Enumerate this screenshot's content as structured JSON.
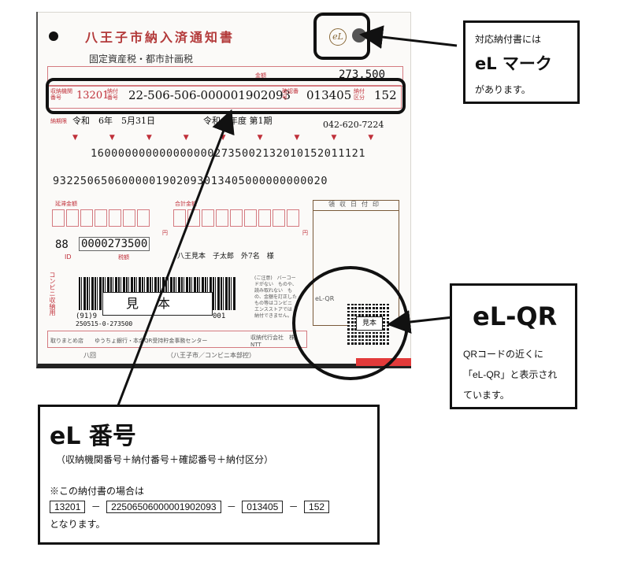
{
  "slip": {
    "title": "八王子市納入済通知書",
    "tax_type": "固定資産税・都市計画税",
    "amount_label": "金額",
    "amount": "273,500",
    "collection_agency_label": "収納機関番号",
    "collection_agency_no": "13201",
    "payment_no_label": "納付番号",
    "payment_no": "22-506-506-000001902093",
    "confirm_label": "確認番号",
    "confirm_no": "013405",
    "category_label": "納付区分",
    "category_no": "152",
    "due_label": "納期限",
    "due_date": "令和　6年　5月31日",
    "fiscal": "令和　年度 第1期",
    "phone": "042-620-7224",
    "number_line_1": "1600000000000000002735002132010152011121",
    "number_line_2": "9322506506000001902093013405000000000020",
    "late_fee_label": "延滞金額",
    "total_label": "合計金額",
    "yen": "円",
    "id_prefix": "88",
    "id_amount": "0000273500",
    "id_label": "ID",
    "tax_label": "税額",
    "payer": "八王見本　子太郎　外7名　様",
    "receipt_stamp_label": "領収日付印",
    "conveni_label": "コンビニ収納用",
    "barcode_num_1": "(91)9",
    "barcode_num_2": "250515-0-273500",
    "barcode_num_3": "001",
    "sample_text": "見本",
    "notice_text": "(ご注意)　バーコードがない　ものや、読み取れない　もの、金額を訂正した　もの等はコンビニ　エンスストアでは　納付できません。",
    "el_qr_label": "eL-QR",
    "qr_sample": "見本",
    "handling_label": "取りまとめ店",
    "yucho": "ゆうちょ銀行・本金QR受持貯金事務センター",
    "agent": "収納代行会社　株NTT",
    "footer_left": "八回",
    "footer_center": "（八王子市／コンビニ本部控）"
  },
  "callout_top": {
    "line1": "対応納付書には",
    "line2": "eL マーク",
    "line3": "があります。"
  },
  "callout_qr": {
    "title": "eL-QR",
    "line1": "QRコードの近くに",
    "line2": "「eL-QR」と表示され",
    "line3": "ています。"
  },
  "callout_bottom": {
    "title": "eL 番号",
    "formula": "（収納機関番号＋納付番号＋確認番号＋納付区分）",
    "note": "※この納付書の場合は",
    "part1": "13201",
    "part2": "22506506000001902093",
    "part3": "013405",
    "part4": "152",
    "dash": "－",
    "ending": "となります。"
  }
}
